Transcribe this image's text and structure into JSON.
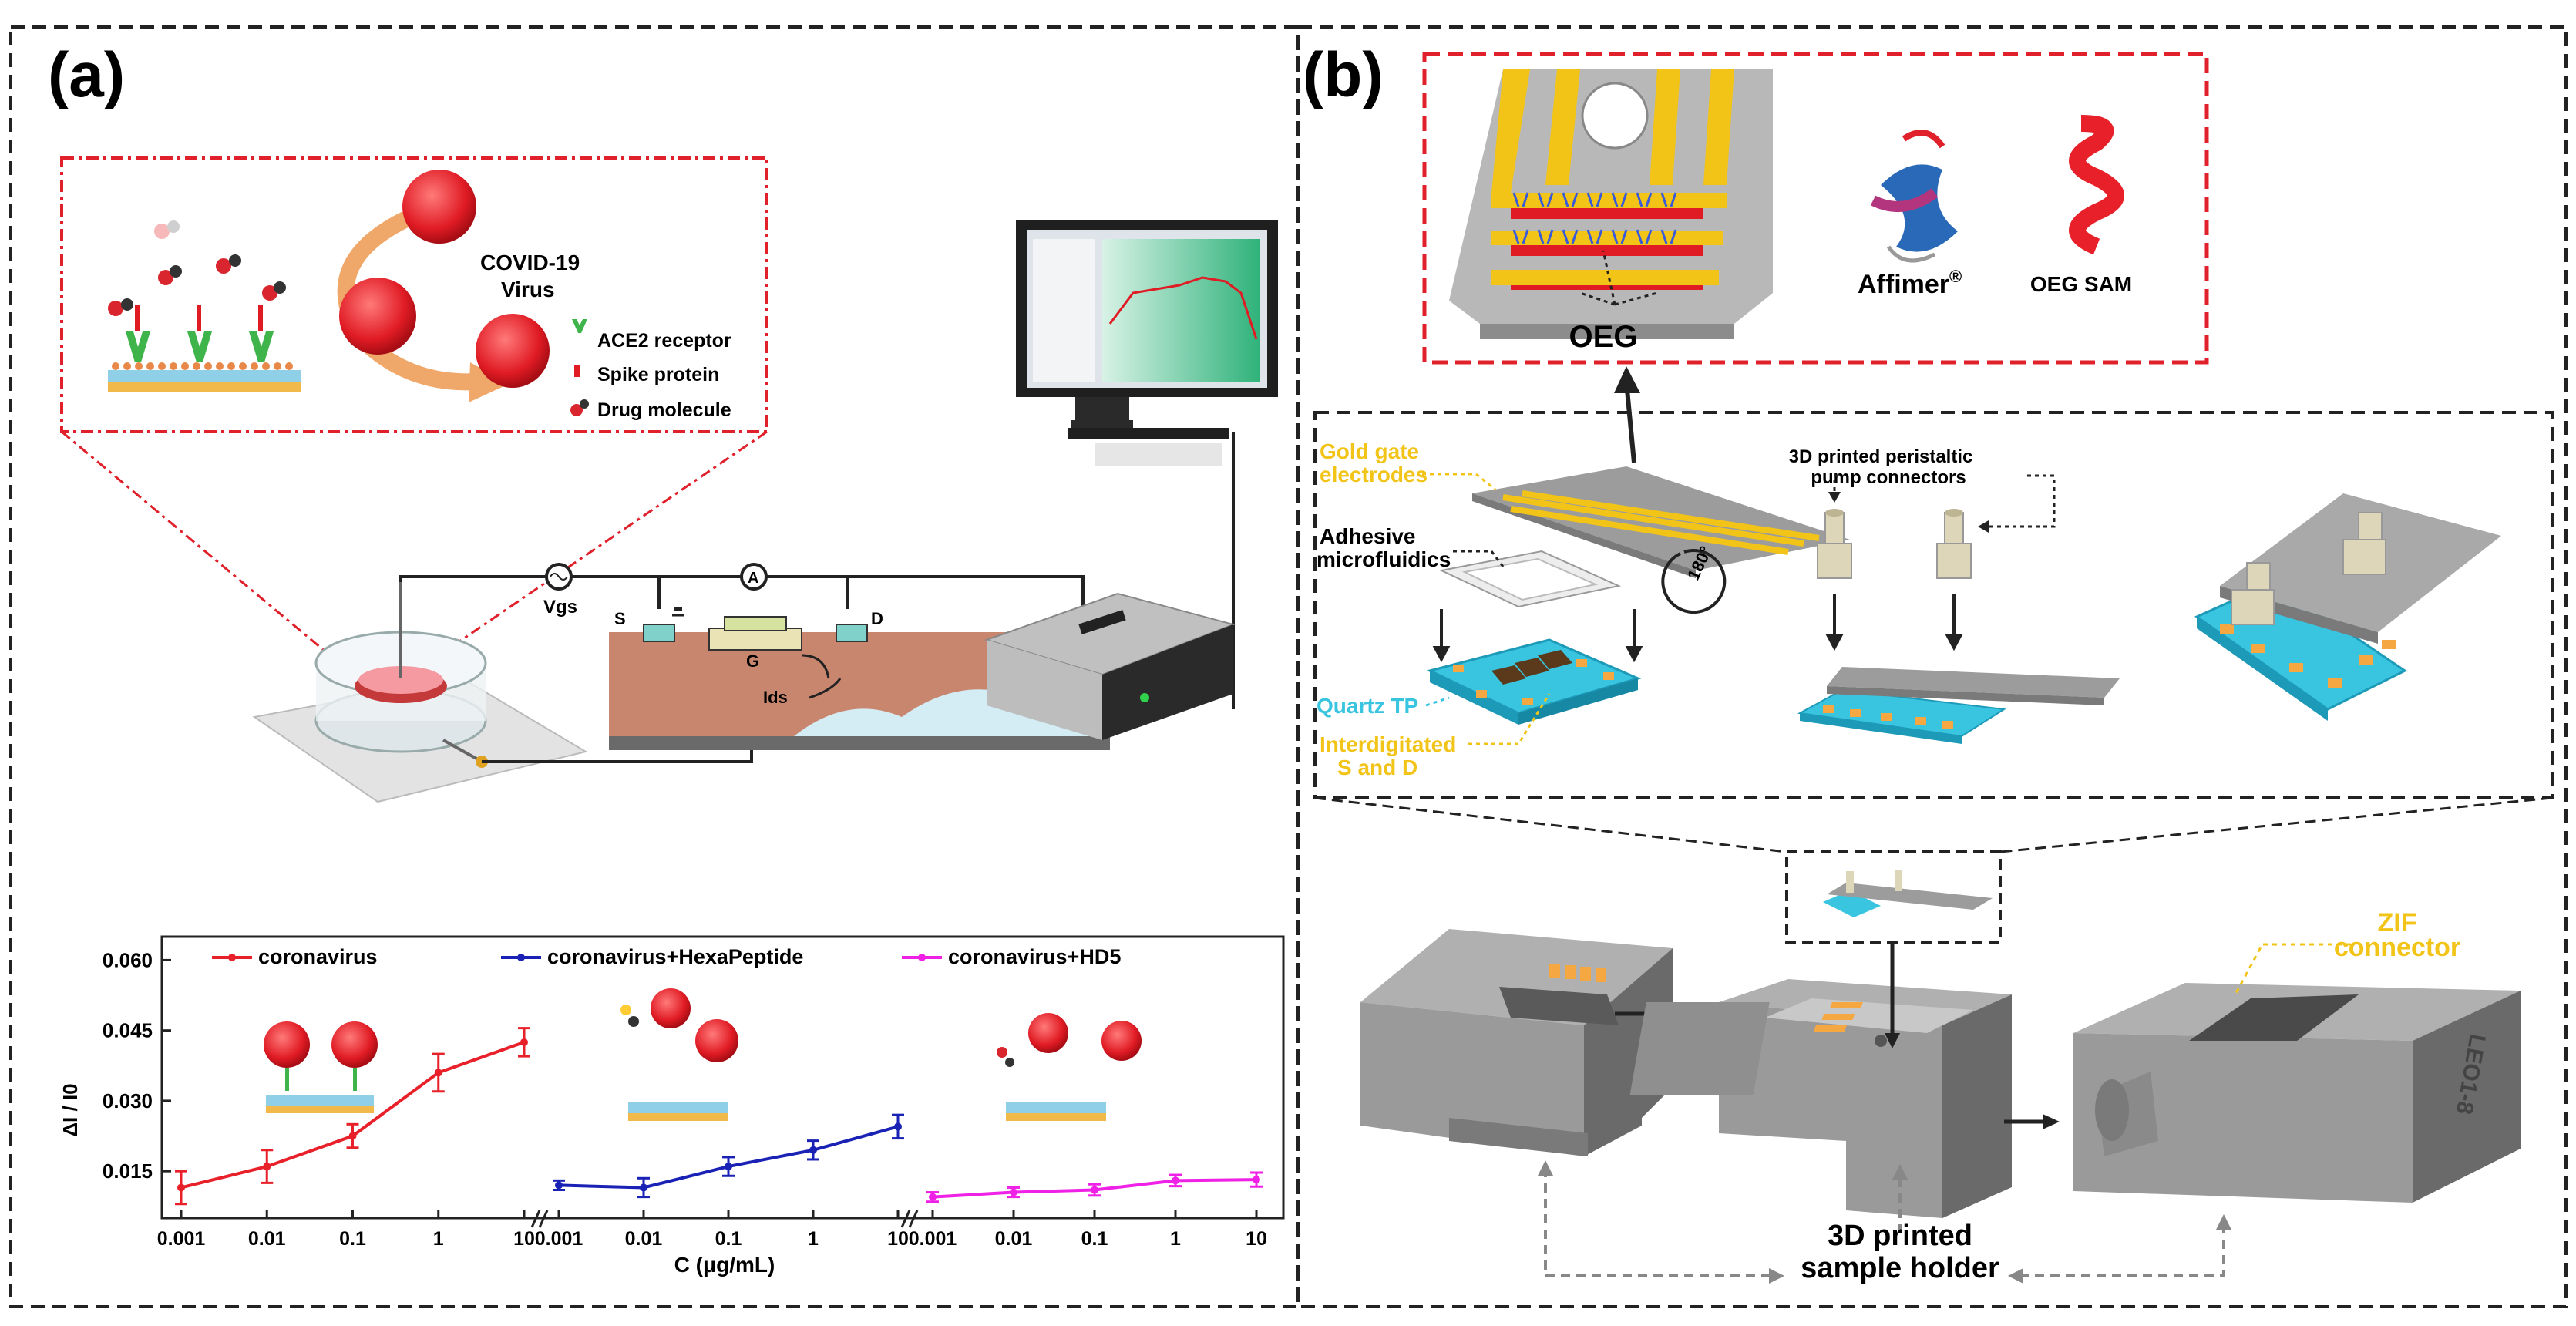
{
  "panel_a": {
    "letter": "(a)",
    "inset": {
      "virus_label_line1": "COVID-19",
      "virus_label_line2": "Virus",
      "legend": [
        "ACE2 receptor",
        "Spike protein",
        "Drug molecule"
      ]
    },
    "circuit": {
      "vgs": "Vgs",
      "ammeter": "A",
      "source": "S",
      "gate": "G",
      "drain": "D",
      "ids": "Ids"
    }
  },
  "panel_b": {
    "letter": "(b)",
    "top": {
      "oeg": "OEG",
      "affimer": "Affimer",
      "affimer_mark": "®",
      "oeg_sam": "OEG SAM"
    },
    "middle": {
      "gold_gate_line1": "Gold  gate",
      "gold_gate_line2": "electrodes",
      "adhesive_line1": "Adhesive",
      "adhesive_line2": "microfluidics",
      "rotation": "180°",
      "quartz": "Quartz TP",
      "interdigitated_line1": "Interdigitated",
      "interdigitated_line2": "S and D",
      "pump_line1": "3D printed peristaltic",
      "pump_line2": "pump connectors"
    },
    "bottom": {
      "zif_line1": "ZIF",
      "zif_line2": "connector",
      "holder_line1": "3D printed",
      "holder_line2": "sample holder",
      "chip_text": "LEO1-8"
    }
  },
  "colors": {
    "virus": "#e8202a",
    "gold": "#f2c418",
    "quartz": "#39c5e0",
    "plate": "#a6a6a6",
    "dash_red": "#e0202a",
    "line_red": "#e8202a",
    "line_blue": "#1a22b5",
    "line_magenta": "#f021e6"
  },
  "chart_data": {
    "type": "line",
    "ylabel": "ΔI / I0",
    "xlabel": "C (μg/mL)",
    "ylim": [
      0.005,
      0.065
    ],
    "yticks": [
      "0.060",
      "0.045",
      "0.030",
      "0.015"
    ],
    "yticks_values": [
      0.06,
      0.045,
      0.03,
      0.015
    ],
    "categories": [
      "0.001",
      "0.01",
      "0.1",
      "1",
      "10"
    ],
    "log_x": true,
    "series": [
      {
        "name": "coronavirus",
        "color": "#e8202a",
        "values": [
          0.0115,
          0.016,
          0.0225,
          0.036,
          0.0425
        ],
        "errors": [
          0.0035,
          0.0035,
          0.0025,
          0.004,
          0.003
        ]
      },
      {
        "name": "coronavirus+HexaPeptide",
        "color": "#1a22b5",
        "values": [
          0.012,
          0.0115,
          0.016,
          0.0195,
          0.0245
        ],
        "errors": [
          0.001,
          0.002,
          0.002,
          0.002,
          0.0025
        ]
      },
      {
        "name": "coronavirus+HD5",
        "color": "#f021e6",
        "values": [
          0.0095,
          0.0105,
          0.011,
          0.013,
          0.0132
        ],
        "errors": [
          0.001,
          0.001,
          0.0012,
          0.0012,
          0.0015
        ]
      }
    ]
  }
}
